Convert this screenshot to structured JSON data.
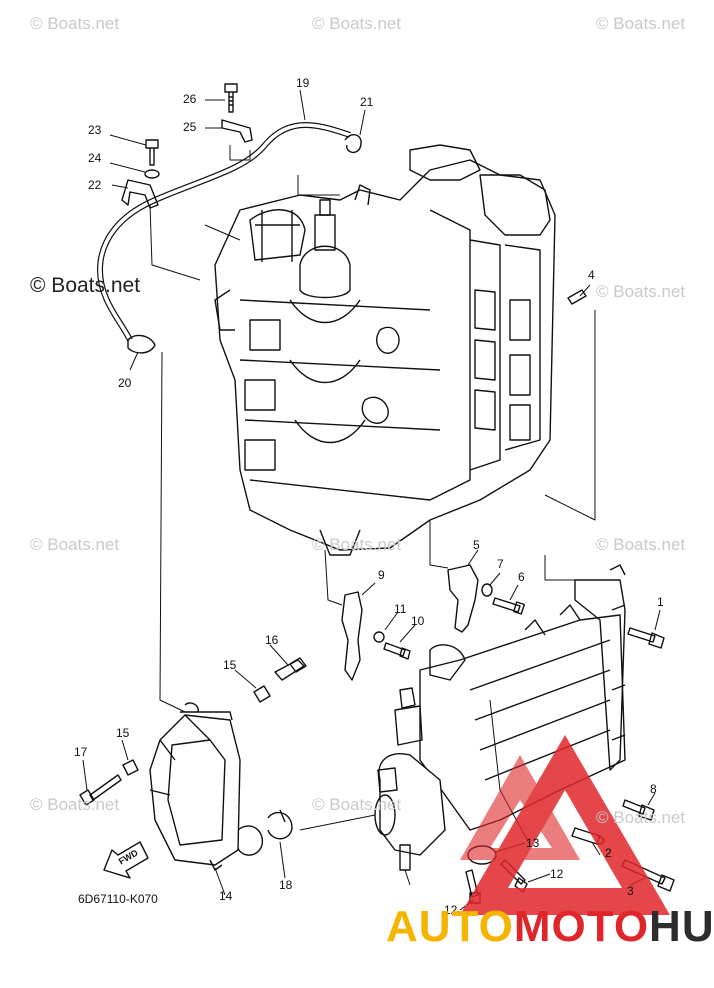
{
  "watermarks": [
    "© Boats.net",
    "© Boats.net",
    "© Boats.net",
    "© Boats.net",
    "© Boats.net",
    "© Boats.net",
    "© Boats.net",
    "© Boats.net",
    "© Boats.net",
    "© Boats.net"
  ],
  "watermark_main": "© Boats.net",
  "diagram_code": "6D67110-K070",
  "fwd_label": "FWD",
  "callouts": [
    "19",
    "26",
    "21",
    "25",
    "23",
    "24",
    "22",
    "4",
    "20",
    "5",
    "7",
    "6",
    "9",
    "1",
    "11",
    "10",
    "16",
    "15",
    "15",
    "17",
    "8",
    "13",
    "2",
    "12",
    "12",
    "3",
    "14",
    "18"
  ],
  "logo": {
    "part1": "AUTO",
    "part2": "MOTO",
    "part3": "HUB",
    "color_yellow": "#f5b400",
    "color_red": "#e0262a",
    "color_dark": "#2d2d2d"
  }
}
